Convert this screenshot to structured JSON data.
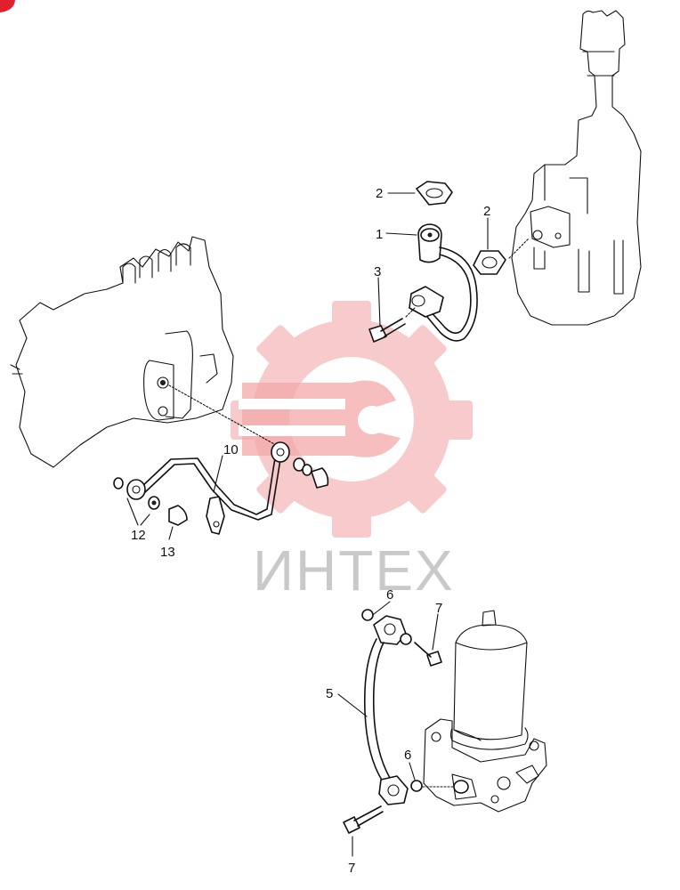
{
  "diagram": {
    "watermark": "ИНТЕХ",
    "callouts": {
      "c1": "1",
      "c2a": "2",
      "c2b": "2",
      "c3": "3",
      "c5": "5",
      "c6a": "6",
      "c6b": "6",
      "c7a": "7",
      "c7b": "7",
      "c10": "10",
      "c12": "12",
      "c13": "13"
    }
  },
  "colors": {
    "line": "#111111",
    "watermark_logo": "#f4b8b8",
    "watermark_text": "#c9c9c9",
    "corner_badge": "#e0202c"
  },
  "icons": {
    "watermark_logo": "gear-wrench-logo-icon",
    "corner_badge": "corner-badge-icon"
  }
}
